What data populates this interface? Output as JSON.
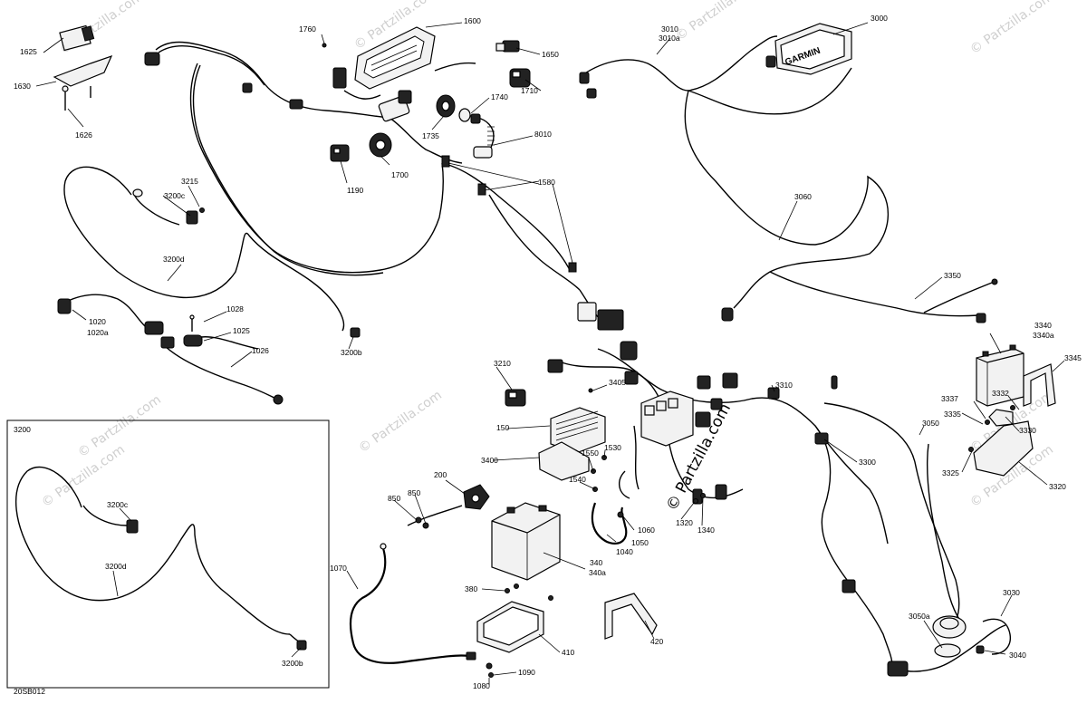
{
  "diagram": {
    "code": "20SB012",
    "brand_text": "GARMIN",
    "watermark_center": "© Partzilla.com",
    "watermark_tile": "© Partzilla.com",
    "inset_title": "3200"
  },
  "labels": {
    "l1600": "1600",
    "l1760": "1760",
    "l1650": "1650",
    "l1625": "1625",
    "l1630": "1630",
    "l1626": "1626",
    "l1710": "1710",
    "l1740": "1740",
    "l8010": "8010",
    "l1735": "1735",
    "l1700": "1700",
    "l1190": "1190",
    "l1580": "1580",
    "l3010": "3010",
    "l3010a": "3010a",
    "l3000": "3000",
    "l3215": "3215",
    "l3200c": "3200c",
    "l3200d": "3200d",
    "l1028": "1028",
    "l1025": "1025",
    "l1026": "1026",
    "l1020": "1020",
    "l1020a": "1020a",
    "l3200b": "3200b",
    "l3060": "3060",
    "l3350": "3350",
    "l3340": "3340",
    "l3340a": "3340a",
    "l3345": "3345",
    "l3210": "3210",
    "l3405": "3405",
    "l150": "150",
    "l3400": "3400",
    "l1530": "1530",
    "l1550": "1550",
    "l1540": "1540",
    "l200": "200",
    "l850a": "850",
    "l850b": "850",
    "l340": "340",
    "l340a": "340a",
    "l1060": "1060",
    "l1050": "1050",
    "l1040": "1040",
    "l1320": "1320",
    "l1340": "1340",
    "l3310": "3310",
    "l3300": "3300",
    "l3050": "3050",
    "l3337": "3337",
    "l3335": "3335",
    "l3332": "3332",
    "l3330": "3330",
    "l3325": "3325",
    "l3320": "3320",
    "l1070": "1070",
    "l380": "380",
    "l410": "410",
    "l420": "420",
    "l1090": "1090",
    "l1080": "1080",
    "l3050a": "3050a",
    "l3030": "3030",
    "l3040": "3040",
    "i3200c": "3200c",
    "i3200d": "3200d",
    "i3200b": "3200b"
  }
}
